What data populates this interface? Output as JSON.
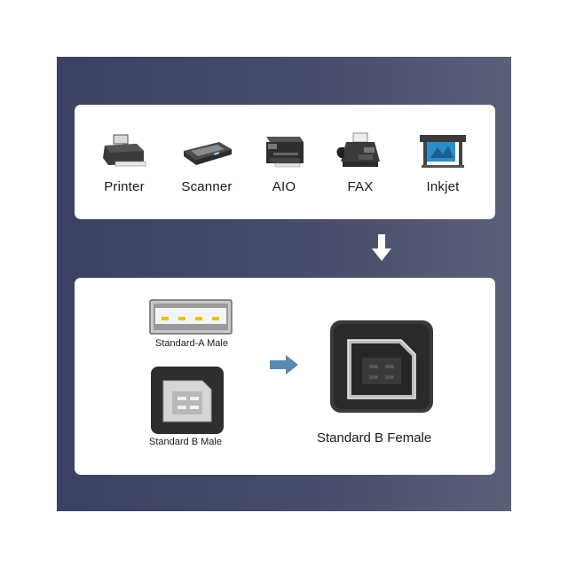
{
  "devices": [
    {
      "label": "Printer",
      "icon": "printer-icon"
    },
    {
      "label": "Scanner",
      "icon": "scanner-icon"
    },
    {
      "label": "AIO",
      "icon": "all-in-one-printer-icon"
    },
    {
      "label": "FAX",
      "icon": "fax-machine-icon"
    },
    {
      "label": "Inkjet",
      "icon": "wide-format-inkjet-icon"
    }
  ],
  "connectors": {
    "type_a_label": "Standard-A Male",
    "type_b_male_label": "Standard B Male",
    "type_b_female_label": "Standard B Female"
  },
  "colors": {
    "panel": "#444a68",
    "arrow": "#5a8ab0"
  }
}
